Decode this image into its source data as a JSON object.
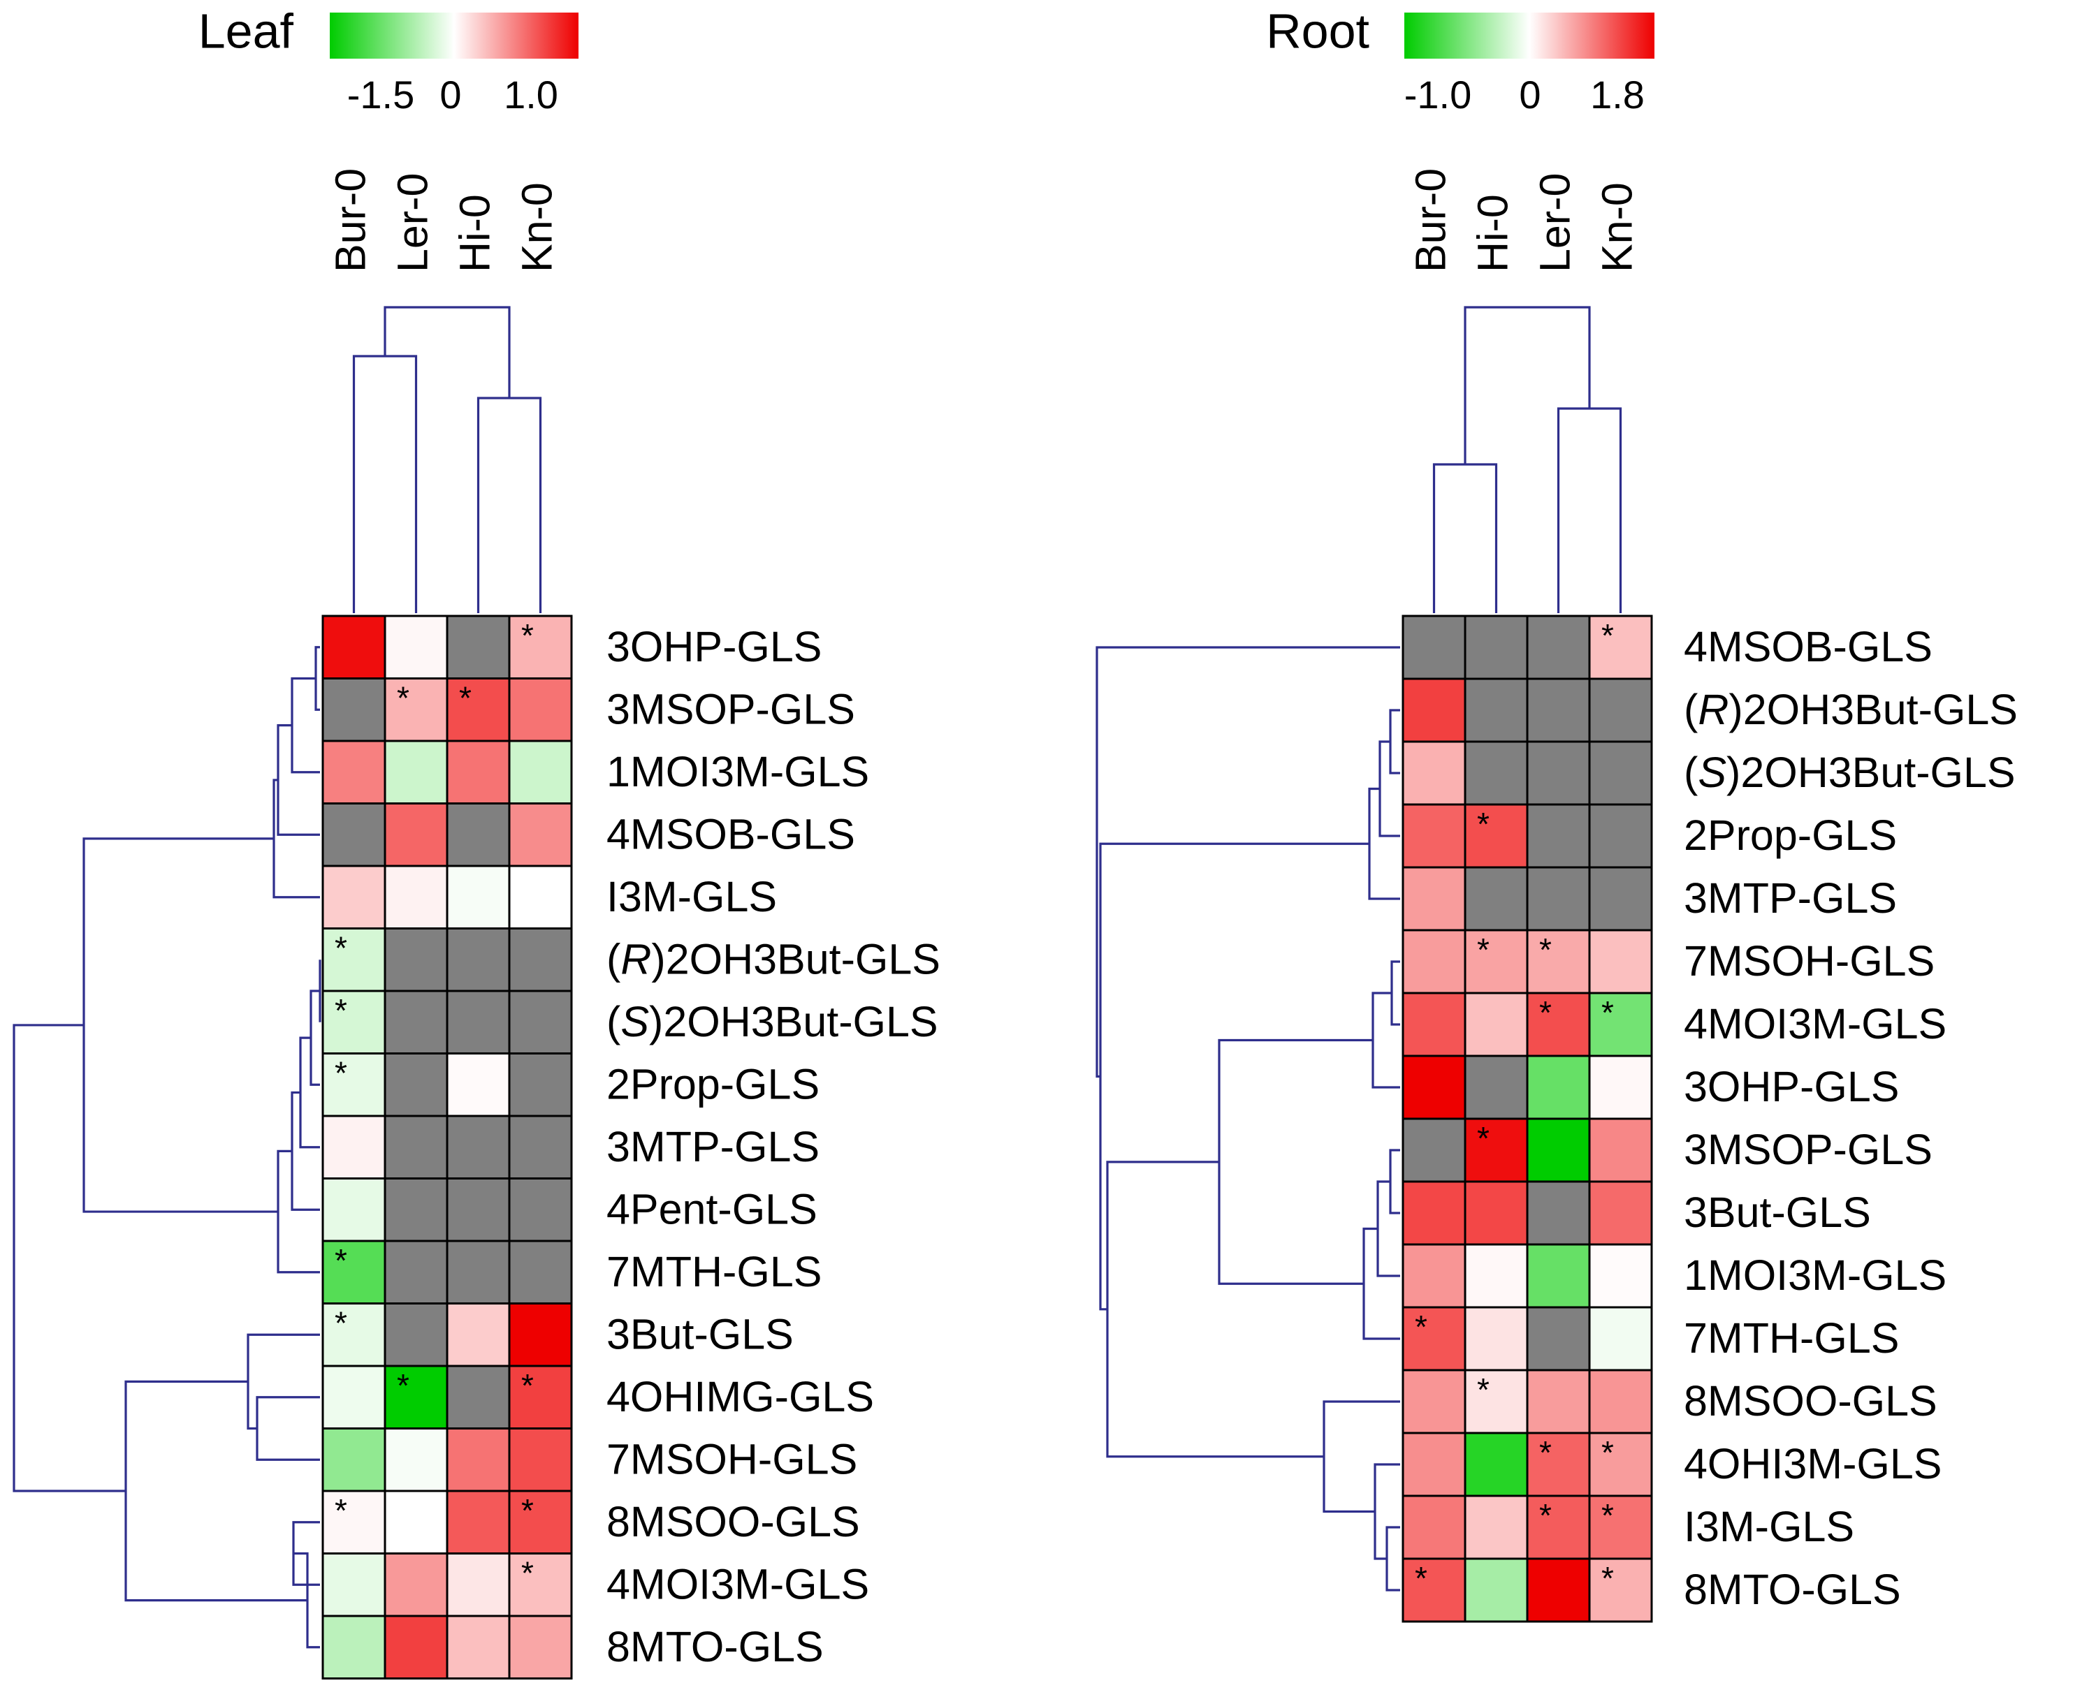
{
  "chart_data": [
    {
      "type": "heatmap",
      "title": "Leaf",
      "colorbar": {
        "colors": [
          "#00cc00",
          "#ffffff",
          "#ee0000"
        ],
        "ticks": [
          "-1.5",
          "0",
          "1.0"
        ],
        "min": -1.5,
        "max": 1.0
      },
      "columns": [
        "Bur-0",
        "Ler-0",
        "Hi-0",
        "Kn-0"
      ],
      "rows": [
        "3OHP-GLS",
        "3MSOP-GLS",
        "1MOI3M-GLS",
        "4MSOB-GLS",
        "I3M-GLS",
        "(R)2OH3But-GLS",
        "(S)2OH3But-GLS",
        "2Prop-GLS",
        "3MTP-GLS",
        "4Pent-GLS",
        "7MTH-GLS",
        "3But-GLS",
        "4OHIMG-GLS",
        "7MSOH-GLS",
        "8MSOO-GLS",
        "4MOI3M-GLS",
        "8MTO-GLS"
      ],
      "values": [
        [
          0.95,
          0.03,
          null,
          0.3
        ],
        [
          null,
          0.3,
          0.7,
          0.55
        ],
        [
          0.5,
          -0.3,
          0.55,
          -0.3
        ],
        [
          null,
          0.6,
          null,
          0.45
        ],
        [
          0.2,
          0.05,
          -0.05,
          0.0
        ],
        [
          -0.25,
          null,
          null,
          null
        ],
        [
          -0.25,
          null,
          null,
          null
        ],
        [
          -0.15,
          null,
          0.02,
          null
        ],
        [
          0.05,
          null,
          null,
          null
        ],
        [
          -0.15,
          null,
          null,
          null
        ],
        [
          -1.0,
          null,
          null,
          null
        ],
        [
          -0.15,
          null,
          0.2,
          1.0
        ],
        [
          -0.1,
          -1.5,
          null,
          0.75
        ],
        [
          -0.65,
          -0.05,
          0.55,
          0.7
        ],
        [
          0.03,
          0.0,
          0.65,
          0.7
        ],
        [
          -0.15,
          0.4,
          0.1,
          0.25
        ],
        [
          -0.4,
          0.75,
          0.25,
          0.35
        ]
      ],
      "significant": [
        [
          false,
          false,
          false,
          true
        ],
        [
          false,
          true,
          true,
          false
        ],
        [
          false,
          false,
          false,
          false
        ],
        [
          false,
          false,
          false,
          false
        ],
        [
          false,
          false,
          false,
          false
        ],
        [
          true,
          false,
          false,
          false
        ],
        [
          true,
          false,
          false,
          false
        ],
        [
          true,
          false,
          false,
          false
        ],
        [
          false,
          false,
          false,
          false
        ],
        [
          false,
          false,
          false,
          false
        ],
        [
          true,
          false,
          false,
          false
        ],
        [
          true,
          false,
          false,
          false
        ],
        [
          false,
          true,
          false,
          true
        ],
        [
          false,
          false,
          false,
          false
        ],
        [
          true,
          false,
          false,
          true
        ],
        [
          false,
          false,
          false,
          true
        ],
        [
          false,
          false,
          false,
          false
        ]
      ],
      "missing_color": "#808080",
      "significance_marker": "*"
    },
    {
      "type": "heatmap",
      "title": "Root",
      "colorbar": {
        "colors": [
          "#00cc00",
          "#ffffff",
          "#ee0000"
        ],
        "ticks": [
          "-1.0",
          "0",
          "1.8"
        ],
        "min": -1.0,
        "max": 1.8
      },
      "columns": [
        "Bur-0",
        "Hi-0",
        "Ler-0",
        "Kn-0"
      ],
      "rows": [
        "4MSOB-GLS",
        "(R)2OH3But-GLS",
        "(S)2OH3But-GLS",
        "2Prop-GLS",
        "3MTP-GLS",
        "7MSOH-GLS",
        "4MOI3M-GLS",
        "3OHP-GLS",
        "3MSOP-GLS",
        "3But-GLS",
        "1MOI3M-GLS",
        "7MTH-GLS",
        "8MSOO-GLS",
        "4OHI3M-GLS",
        "I3M-GLS",
        "8MTO-GLS"
      ],
      "values": [
        [
          null,
          null,
          null,
          0.45
        ],
        [
          1.35,
          null,
          null,
          null
        ],
        [
          0.55,
          null,
          null,
          null
        ],
        [
          1.1,
          1.25,
          null,
          null
        ],
        [
          0.7,
          null,
          null,
          null
        ],
        [
          0.7,
          0.65,
          0.6,
          0.45
        ],
        [
          1.2,
          0.45,
          1.25,
          -0.55
        ],
        [
          1.8,
          null,
          -0.6,
          0.05
        ],
        [
          null,
          1.7,
          -1.0,
          0.85
        ],
        [
          1.3,
          1.3,
          null,
          1.05
        ],
        [
          0.75,
          0.05,
          -0.6,
          0.03
        ],
        [
          1.2,
          0.2,
          null,
          -0.05
        ],
        [
          0.75,
          0.2,
          0.7,
          0.75
        ],
        [
          0.8,
          -0.85,
          1.1,
          0.7
        ],
        [
          0.95,
          0.4,
          1.15,
          1.0
        ],
        [
          1.2,
          -0.35,
          1.8,
          0.55
        ]
      ],
      "significant": [
        [
          false,
          false,
          false,
          true
        ],
        [
          false,
          false,
          false,
          false
        ],
        [
          false,
          false,
          false,
          false
        ],
        [
          false,
          true,
          false,
          false
        ],
        [
          false,
          false,
          false,
          false
        ],
        [
          false,
          true,
          true,
          false
        ],
        [
          false,
          false,
          true,
          true
        ],
        [
          false,
          false,
          false,
          false
        ],
        [
          false,
          true,
          false,
          false
        ],
        [
          false,
          false,
          false,
          false
        ],
        [
          false,
          false,
          false,
          false
        ],
        [
          true,
          false,
          false,
          false
        ],
        [
          false,
          true,
          false,
          false
        ],
        [
          false,
          false,
          true,
          true
        ],
        [
          false,
          false,
          true,
          true
        ],
        [
          true,
          false,
          false,
          true
        ]
      ],
      "missing_color": "#808080",
      "significance_marker": "*"
    }
  ]
}
